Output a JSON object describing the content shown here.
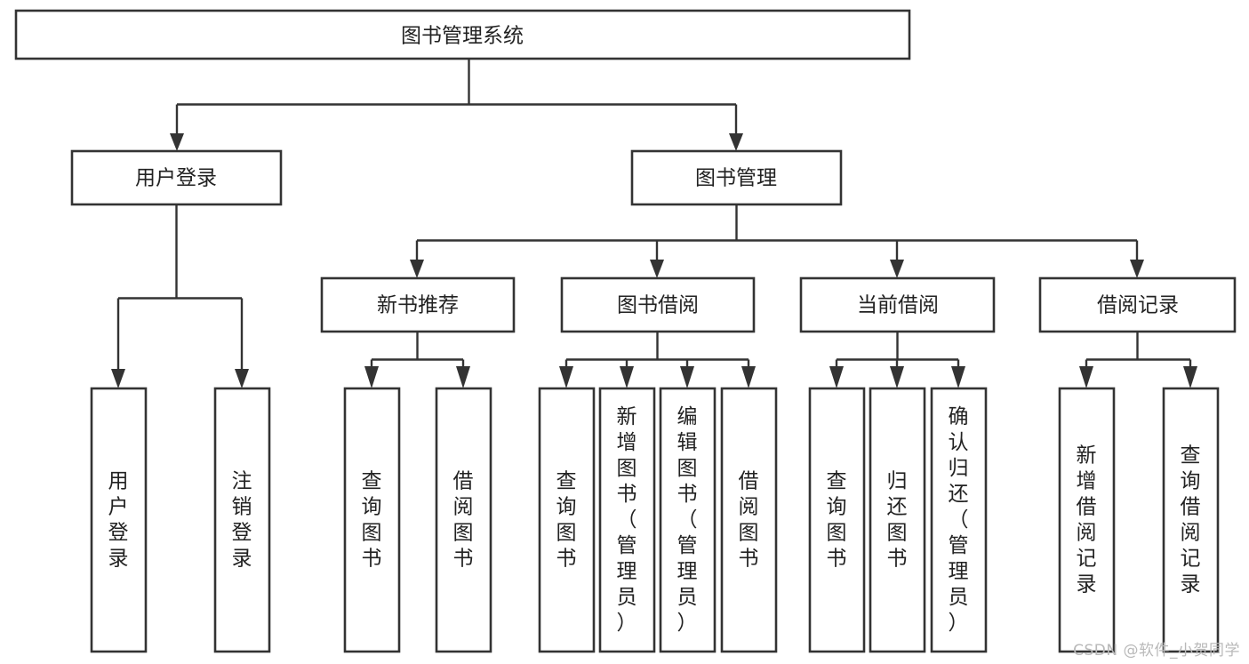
{
  "diagram": {
    "title_node": {
      "label": "图书管理系统"
    },
    "watermark": "CSDN @软件_小贺同学",
    "colors": {
      "stroke": "#333333",
      "fill": "#ffffff",
      "text": "#222222",
      "watermark": "#b9b9b9"
    },
    "nodes": {
      "root": "图书管理系统",
      "level2": [
        {
          "id": "user-login",
          "label": "用户登录"
        },
        {
          "id": "book-manage",
          "label": "图书管理"
        }
      ],
      "level3": [
        {
          "id": "new-book-recommend",
          "label": "新书推荐"
        },
        {
          "id": "book-borrow",
          "label": "图书借阅"
        },
        {
          "id": "current-borrow",
          "label": "当前借阅"
        },
        {
          "id": "borrow-record",
          "label": "借阅记录"
        }
      ],
      "leaves": [
        {
          "id": "leaf-user-login",
          "label": "用户登录"
        },
        {
          "id": "leaf-logout-login",
          "label": "注销登录"
        },
        {
          "id": "leaf-query-book-1",
          "label": "查询图书"
        },
        {
          "id": "leaf-borrow-book-1",
          "label": "借阅图书"
        },
        {
          "id": "leaf-query-book-2",
          "label": "查询图书"
        },
        {
          "id": "leaf-add-book-admin",
          "label": "新增图书（管理员）"
        },
        {
          "id": "leaf-edit-book-admin",
          "label": "编辑图书（管理员）"
        },
        {
          "id": "leaf-borrow-book-2",
          "label": "借阅图书"
        },
        {
          "id": "leaf-query-book-3",
          "label": "查询图书"
        },
        {
          "id": "leaf-return-book",
          "label": "归还图书"
        },
        {
          "id": "leaf-confirm-return-admin",
          "label": "确认归还（管理员）"
        },
        {
          "id": "leaf-add-borrow-record",
          "label": "新增借阅记录"
        },
        {
          "id": "leaf-query-borrow-record",
          "label": "查询借阅记录"
        }
      ]
    },
    "edges": [
      {
        "from": "图书管理系统",
        "to": "用户登录"
      },
      {
        "from": "图书管理系统",
        "to": "图书管理"
      },
      {
        "from": "用户登录",
        "to": "用户登录"
      },
      {
        "from": "用户登录",
        "to": "注销登录"
      },
      {
        "from": "图书管理",
        "to": "新书推荐"
      },
      {
        "from": "图书管理",
        "to": "图书借阅"
      },
      {
        "from": "图书管理",
        "to": "当前借阅"
      },
      {
        "from": "图书管理",
        "to": "借阅记录"
      },
      {
        "from": "新书推荐",
        "to": "查询图书"
      },
      {
        "from": "新书推荐",
        "to": "借阅图书"
      },
      {
        "from": "图书借阅",
        "to": "查询图书"
      },
      {
        "from": "图书借阅",
        "to": "新增图书（管理员）"
      },
      {
        "from": "图书借阅",
        "to": "编辑图书（管理员）"
      },
      {
        "from": "图书借阅",
        "to": "借阅图书"
      },
      {
        "from": "当前借阅",
        "to": "查询图书"
      },
      {
        "from": "当前借阅",
        "to": "归还图书"
      },
      {
        "from": "当前借阅",
        "to": "确认归还（管理员）"
      },
      {
        "from": "借阅记录",
        "to": "新增借阅记录"
      },
      {
        "from": "借阅记录",
        "to": "查询借阅记录"
      }
    ]
  },
  "chart_data": {
    "type": "diagram",
    "title": "图书管理系统",
    "structure": "tree",
    "levels": 4
  }
}
